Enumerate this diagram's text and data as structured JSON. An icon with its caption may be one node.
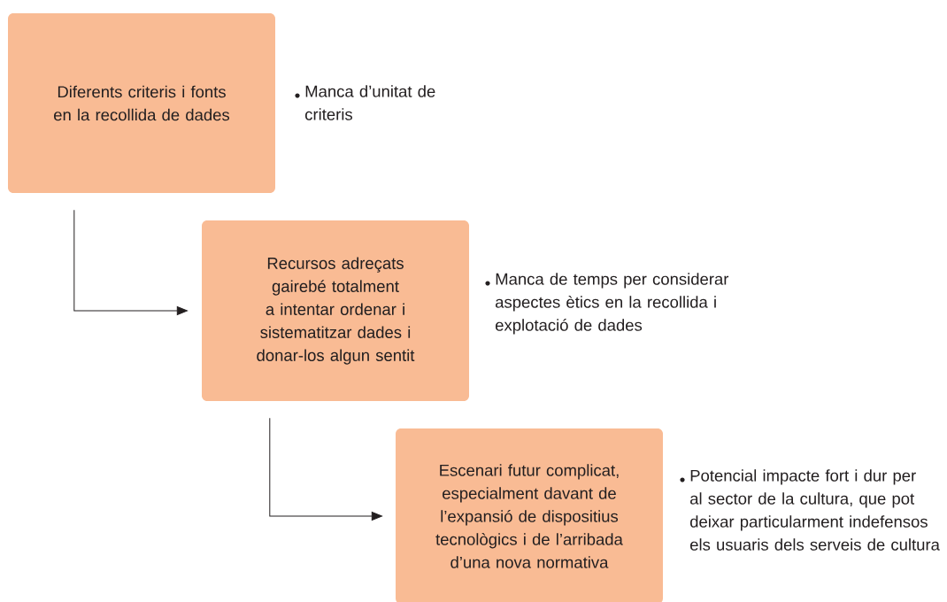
{
  "diagram": {
    "nodes": [
      {
        "text": [
          "Diferents criteris i fonts en la recollida de dades"
        ],
        "beside": [
          "Manca d’unitat de criteris"
        ]
      },
      {
        "text": [
          "Recursos adreçats gairebé totalment a intentar ordenar i sistematitzar dades i donar-los algun sentit"
        ],
        "beside": [
          "Manca de temps per considerar aspectes ètics en la recollida i explotació de dades"
        ]
      },
      {
        "text": [
          "Escenari futur complicat, especialment davant de l’expansió de dispositius tecnològics i de l’arribada d’una nova normativa"
        ],
        "beside": [
          "Potencial impacte fort i dur per al sector de la cultura, que pot deixar particularment indefensos els usuaris dels serveis de cultura"
        ]
      }
    ],
    "edges": [
      {
        "from": 0,
        "to": 1,
        "arrow": "to"
      },
      {
        "from": 1,
        "to": 2,
        "arrow": "to"
      }
    ]
  }
}
